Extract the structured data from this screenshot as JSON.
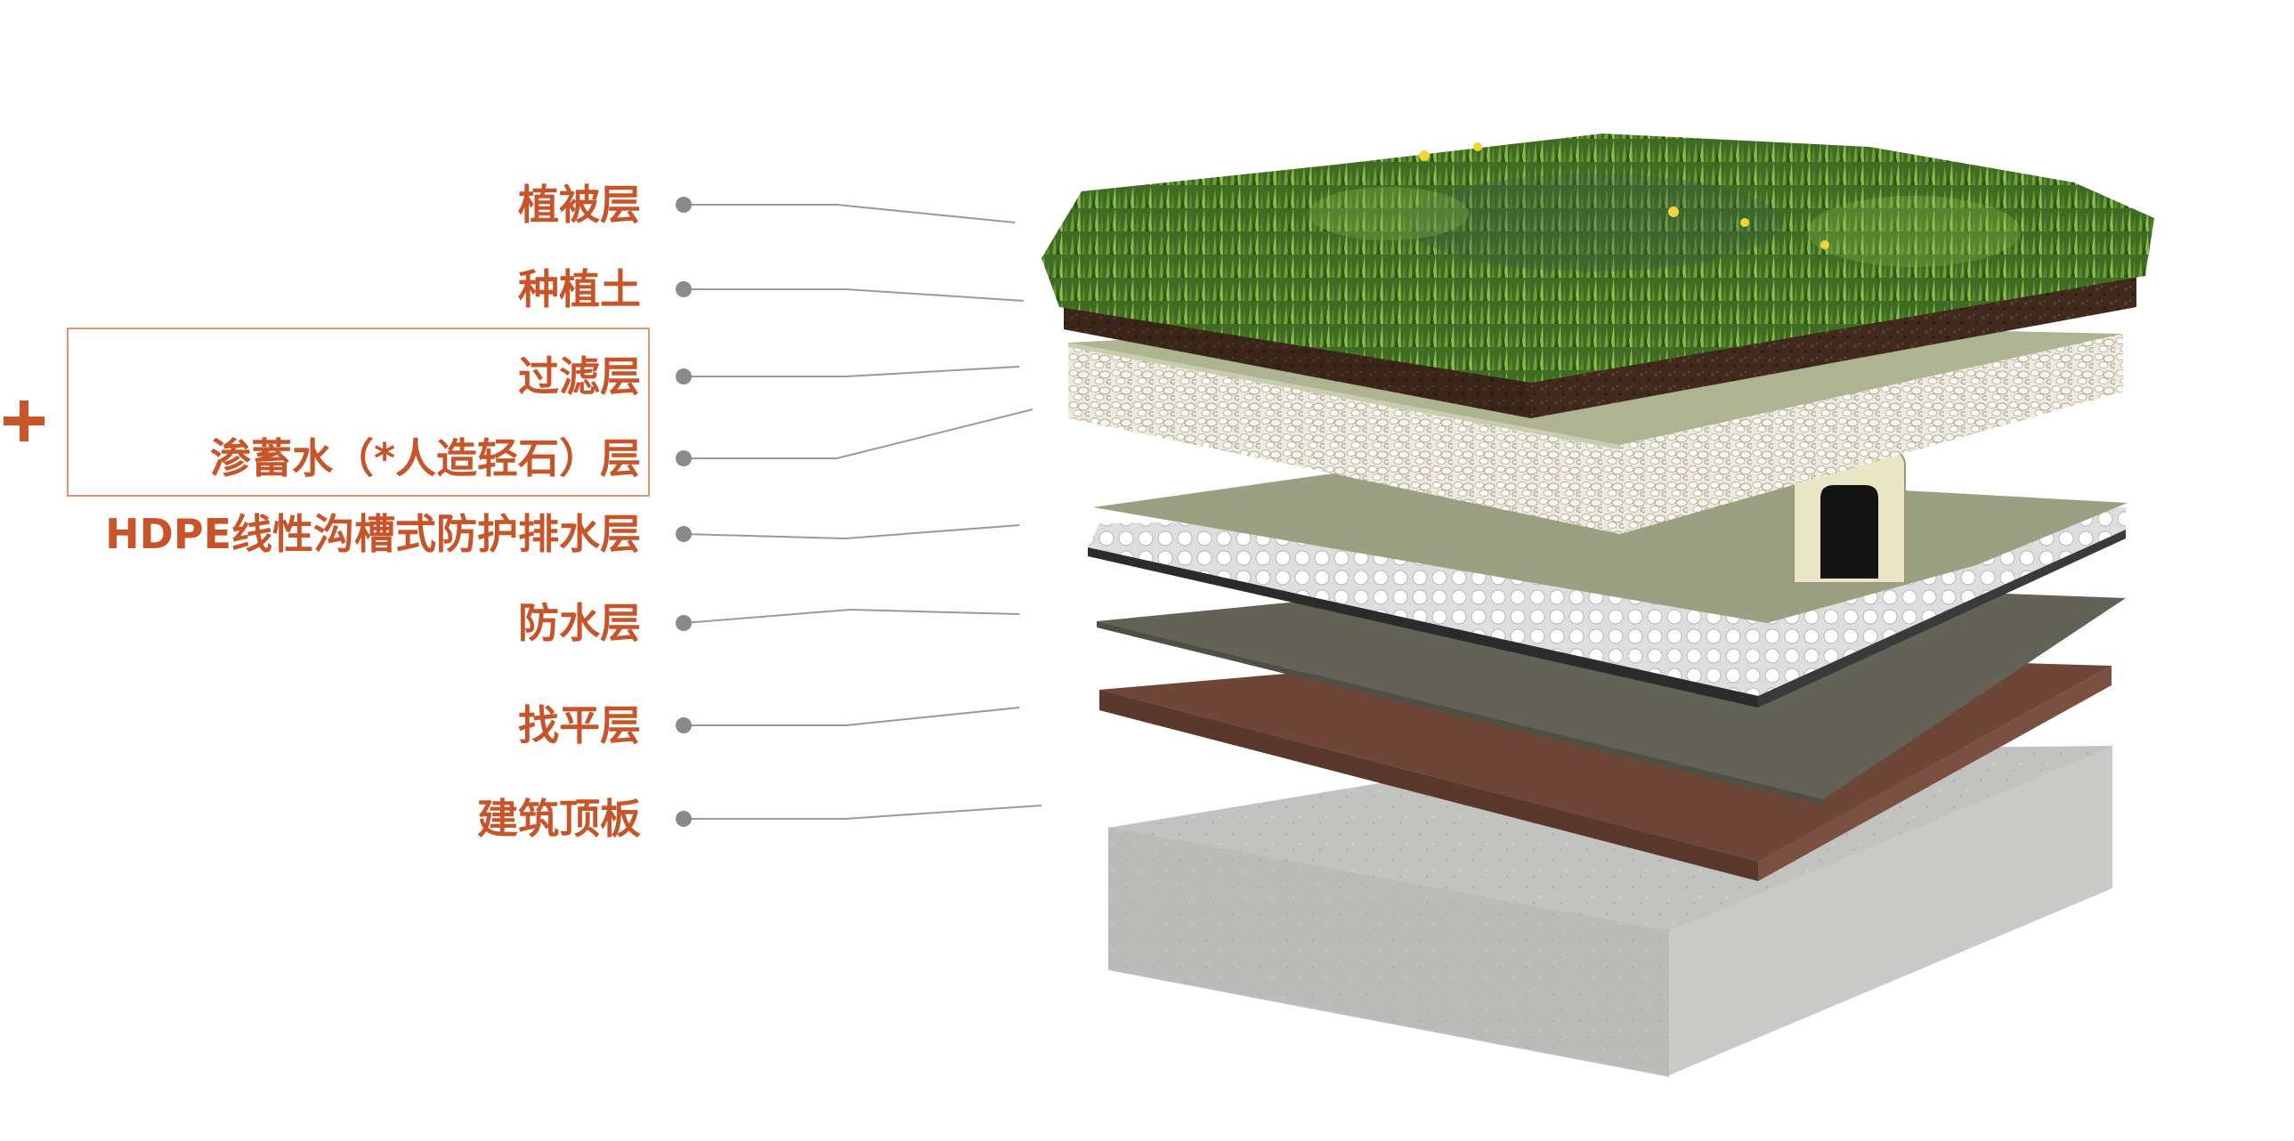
{
  "colors": {
    "label_text": "#c8552a",
    "leader_line": "#9a9a9a",
    "leader_dot": "#8a8a8a",
    "group_box_border": "#e0946f",
    "vegetation": "#4a7a2a",
    "soil": "#3b2418",
    "filter_fabric": "#b6bd9d",
    "gravel": "#ece8dc",
    "drain_fabric": "#a6ad89",
    "hdpe_drain": "#f3f3f3",
    "waterproof": "#67675b",
    "leveling": "#6b4638",
    "concrete": "#bdbdbb"
  },
  "layers": [
    {
      "key": "vegetation",
      "label": "植被层"
    },
    {
      "key": "soil",
      "label": "种植土"
    },
    {
      "key": "filter",
      "label": "过滤层"
    },
    {
      "key": "storage",
      "label": "渗蓄水（*人造轻石）层"
    },
    {
      "key": "hdpe",
      "label": "HDPE线性沟槽式防护排水层"
    },
    {
      "key": "waterproof",
      "label": "防水层"
    },
    {
      "key": "leveling",
      "label": "找平层"
    },
    {
      "key": "slab",
      "label": "建筑顶板"
    }
  ],
  "group": {
    "members": [
      "过滤层",
      "渗蓄水（*人造轻石）层"
    ],
    "marker_icon": "plus-icon"
  }
}
